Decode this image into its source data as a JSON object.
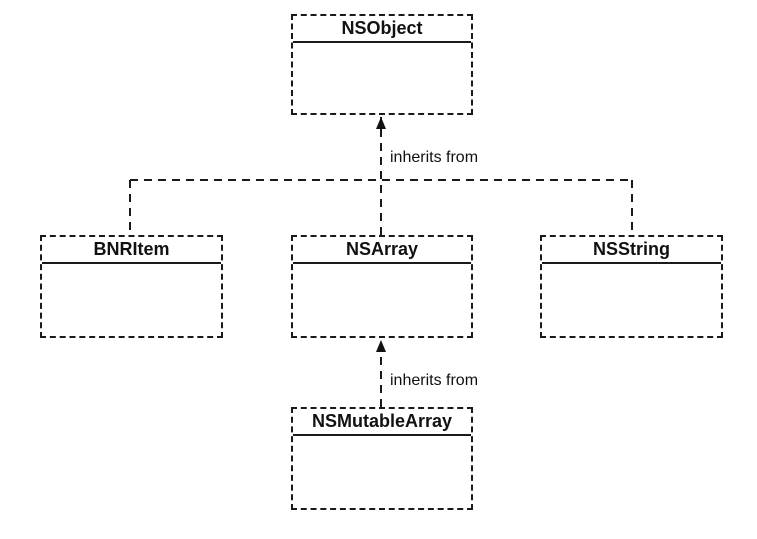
{
  "diagram": {
    "classes": {
      "nsobject": "NSObject",
      "bnritem": "BNRItem",
      "nsarray": "NSArray",
      "nsstring": "NSString",
      "nsmutablearray": "NSMutableArray"
    },
    "relations": {
      "top_label": "inherits from",
      "bottom_label": "inherits from"
    },
    "colors": {
      "line": "#1a1a1a",
      "text": "#111111",
      "background": "#ffffff"
    }
  }
}
